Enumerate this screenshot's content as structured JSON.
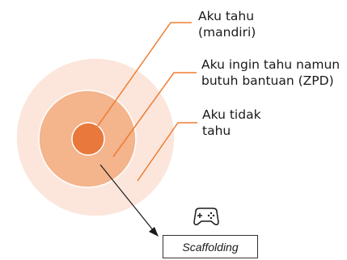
{
  "labels": {
    "inner": [
      "Aku tahu",
      "(mandiri)"
    ],
    "middle": [
      "Aku ingin tahu namun",
      "butuh bantuan (ZPD)"
    ],
    "outer": [
      "Aku tidak",
      "tahu"
    ]
  },
  "scaffolding": {
    "label": "Scaffolding"
  },
  "icons": {
    "scaffolding": "gamepad-icon"
  },
  "colors": {
    "outer_ring": "#fce6dc",
    "middle_ring": "#f4b48c",
    "inner_circle": "#e8783c",
    "leader_line": "#ed7d31",
    "arrow": "#1a1a1a"
  }
}
